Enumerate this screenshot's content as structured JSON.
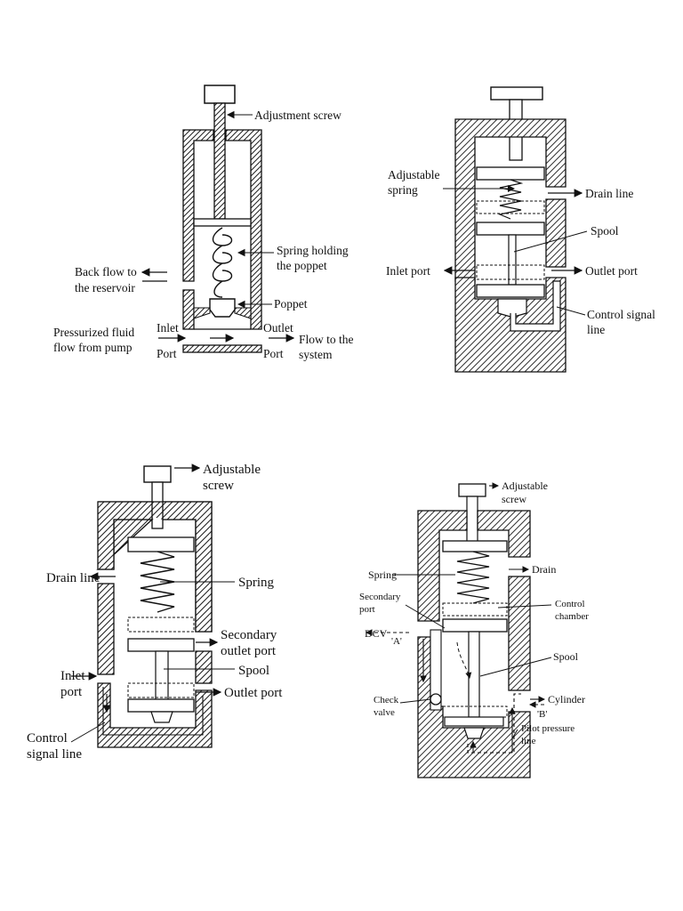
{
  "page": {
    "background": "#ffffff",
    "ink": "#111111"
  },
  "diagrams": [
    {
      "labels": {
        "adjustment_screw": "Adjustment screw",
        "spring_1": "Spring holding",
        "spring_2": "the poppet",
        "back_flow_1": "Back flow to",
        "back_flow_2": "the reservoir",
        "poppet": "Poppet",
        "inlet": "Inlet",
        "outlet": "Outlet",
        "pressurized_1": "Pressurized fluid",
        "pressurized_2": "flow from pump",
        "flow_1": "Flow to the",
        "flow_2": "system",
        "port_left": "Port",
        "port_right": "Port"
      }
    },
    {
      "labels": {
        "adjustable_spring_1": "Adjustable",
        "adjustable_spring_2": "spring",
        "drain_line": "Drain line",
        "spool": "Spool",
        "inlet_port": "Inlet port",
        "outlet_port": "Outlet port",
        "control_signal_1": "Control signal",
        "control_signal_2": "line"
      }
    },
    {
      "labels": {
        "adjustable_screw_1": "Adjustable",
        "adjustable_screw_2": "screw",
        "drain_line": "Drain line",
        "spring": "Spring",
        "secondary_1": "Secondary",
        "secondary_2": "outlet port",
        "spool": "Spool",
        "inlet_1": "Inlet",
        "inlet_2": "port",
        "outlet_port": "Outlet port",
        "control_1": "Control",
        "control_2": "signal line"
      }
    },
    {
      "labels": {
        "adjustable_screw_1": "Adjustable",
        "adjustable_screw_2": "screw",
        "spring": "Spring",
        "drain": "Drain",
        "secondary_1": "Secondary",
        "secondary_2": "port",
        "control_chamber_1": "Control",
        "control_chamber_2": "chamber",
        "dcv": "DCV",
        "port_a": "'A'",
        "spool": "Spool",
        "check_1": "Check",
        "check_2": "valve",
        "cylinder": "Cylinder",
        "port_b": "'B'",
        "pilot_1": "Pilot pressure",
        "pilot_2": "line"
      }
    }
  ]
}
